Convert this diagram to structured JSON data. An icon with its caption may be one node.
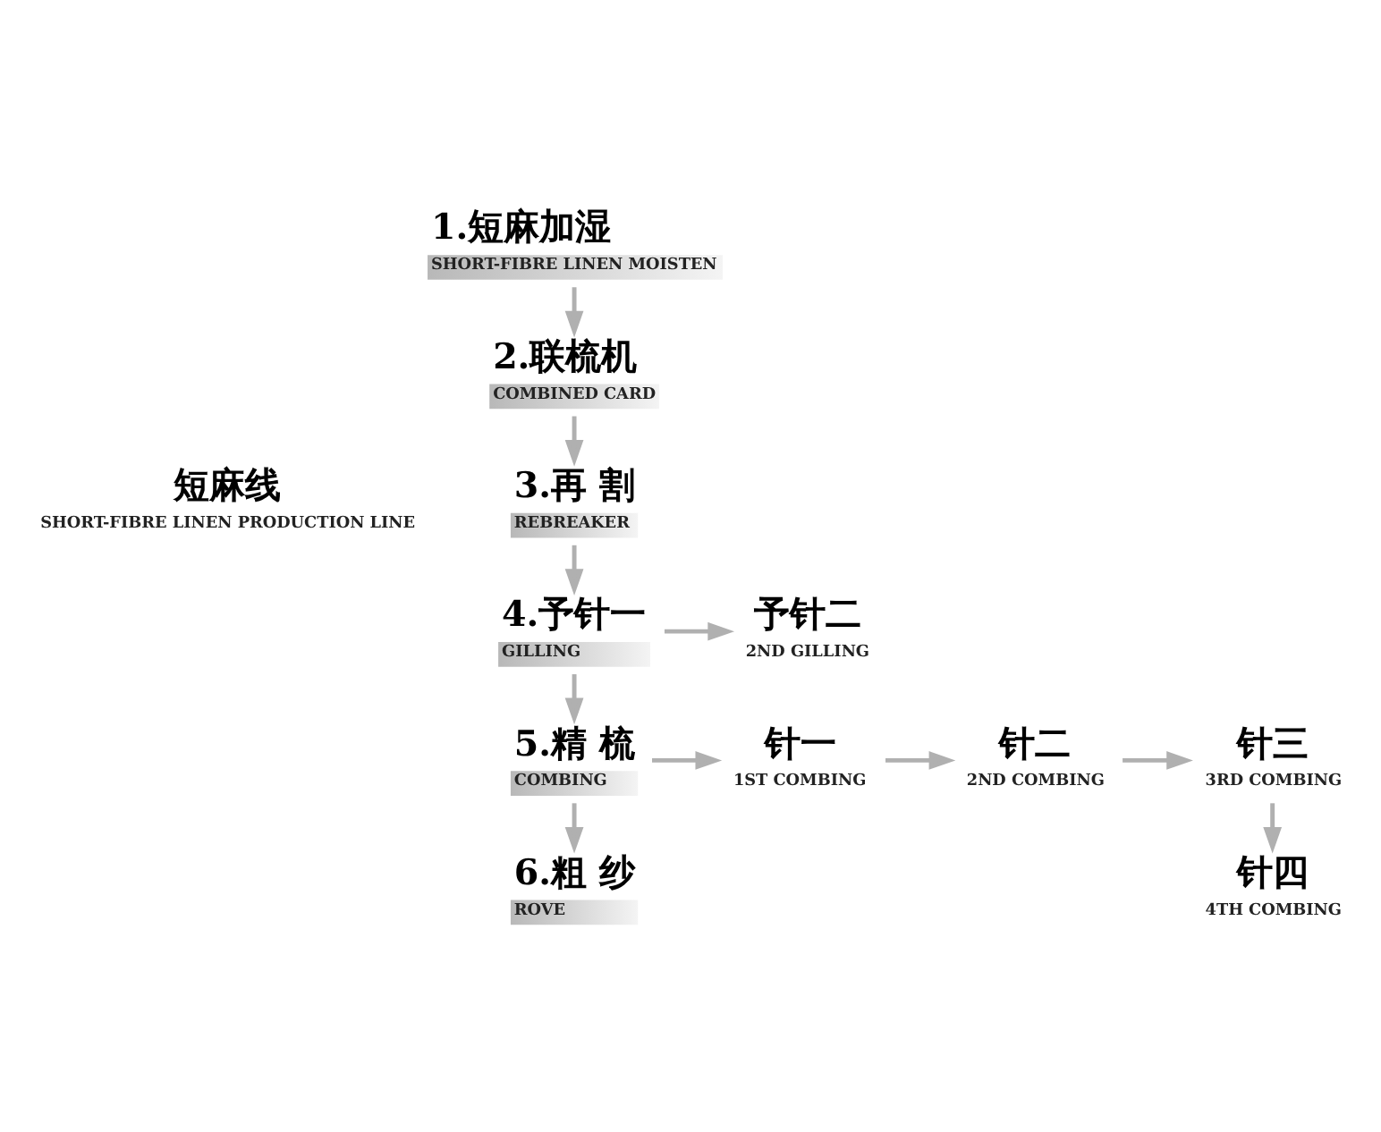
{
  "diagram": {
    "nodes": [
      {
        "text": [
          "短麻线",
          "SHORT-FIBRE LINEN PRODUCTION LINE"
        ]
      },
      {
        "text": [
          "1.短麻加湿",
          "SHORT-FIBRE LINEN MOISTEN"
        ]
      },
      {
        "text": [
          "2.联梳机",
          "COMBINED CARD"
        ]
      },
      {
        "text": [
          "3.再 割",
          "REBREAKER"
        ]
      },
      {
        "text": [
          "4.予针一",
          "GILLING"
        ]
      },
      {
        "text": [
          "予针二",
          "2ND GILLING"
        ]
      },
      {
        "text": [
          "5.精 梳",
          "COMBING"
        ]
      },
      {
        "text": [
          "针一",
          "1ST COMBING"
        ]
      },
      {
        "text": [
          "针二",
          "2ND COMBING"
        ]
      },
      {
        "text": [
          "针三",
          "3RD COMBING"
        ]
      },
      {
        "text": [
          "针四",
          "4TH COMBING"
        ]
      },
      {
        "text": [
          "6.粗 纱",
          "ROVE"
        ]
      }
    ],
    "edges": [
      {
        "from": 1,
        "to": 2,
        "arrow": "to"
      },
      {
        "from": 2,
        "to": 3,
        "arrow": "to"
      },
      {
        "from": 3,
        "to": 4,
        "arrow": "to"
      },
      {
        "from": 4,
        "to": 5,
        "arrow": "to"
      },
      {
        "from": 4,
        "to": 6,
        "arrow": "to"
      },
      {
        "from": 6,
        "to": 7,
        "arrow": "to"
      },
      {
        "from": 7,
        "to": 8,
        "arrow": "to"
      },
      {
        "from": 8,
        "to": 9,
        "arrow": "to"
      },
      {
        "from": 9,
        "to": 10,
        "arrow": "to"
      },
      {
        "from": 6,
        "to": 11,
        "arrow": "to"
      }
    ]
  }
}
